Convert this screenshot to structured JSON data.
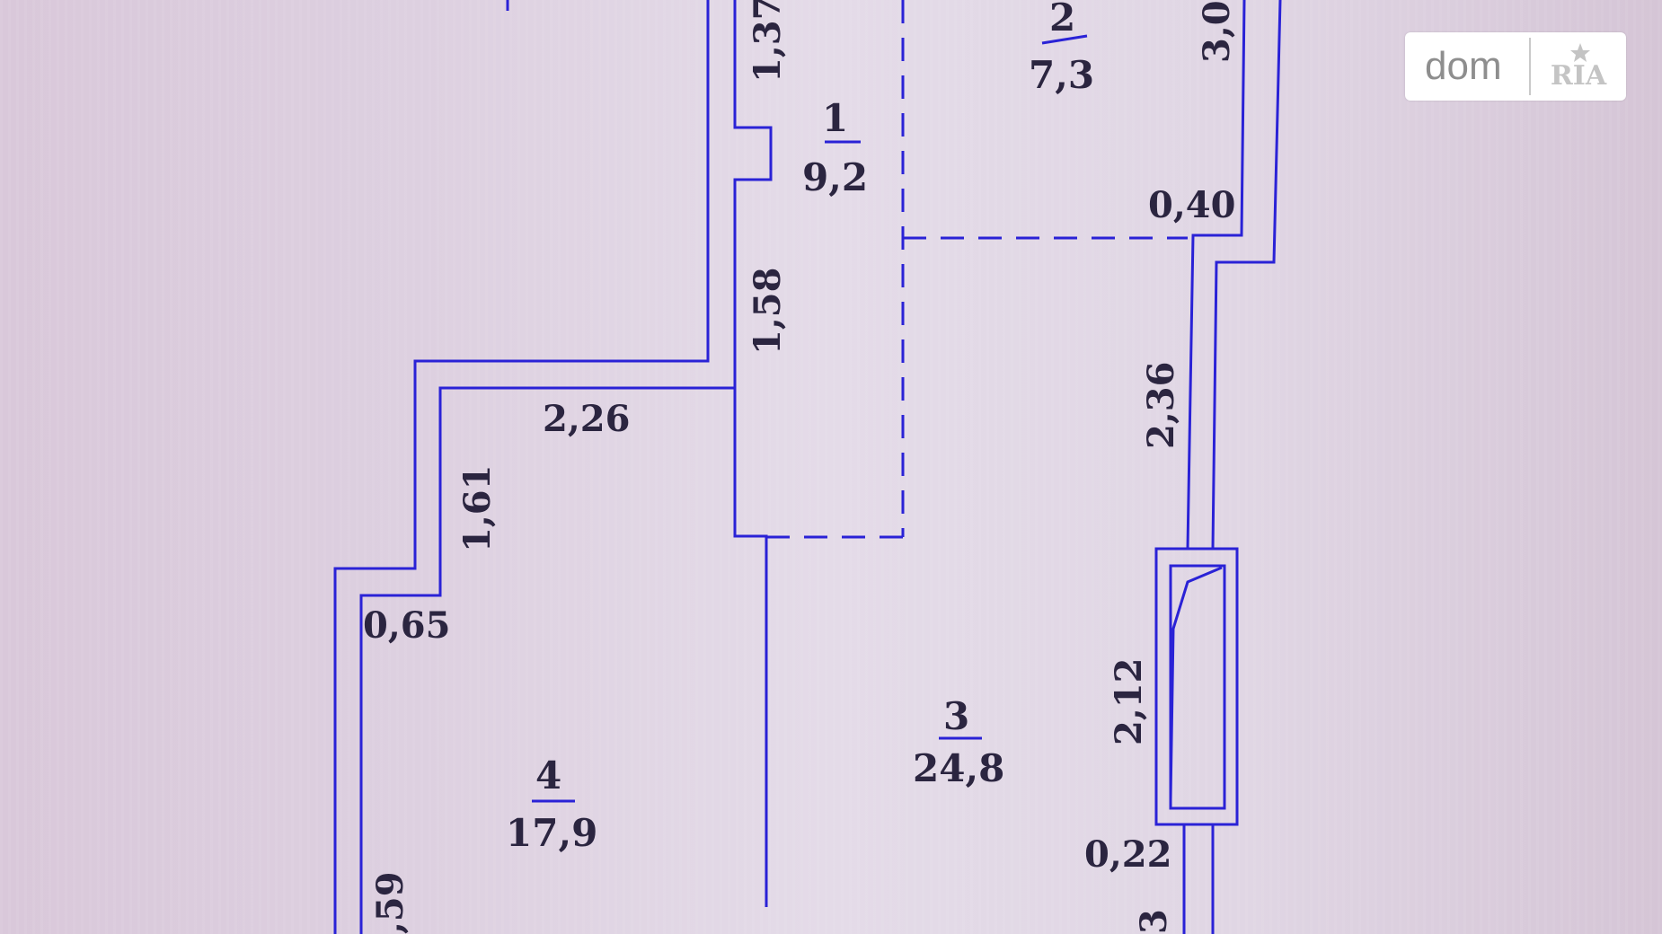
{
  "dimensions": [
    {
      "id": "d137",
      "text": "1,37"
    },
    {
      "id": "d158",
      "text": "1,58"
    },
    {
      "id": "d226",
      "text": "2,26"
    },
    {
      "id": "d161",
      "text": "1,61"
    },
    {
      "id": "d065",
      "text": "0,65"
    },
    {
      "id": "d059",
      "text": ",59"
    },
    {
      "id": "d040",
      "text": "0,40"
    },
    {
      "id": "d236",
      "text": "2,36"
    },
    {
      "id": "d212",
      "text": "2,12"
    },
    {
      "id": "d022",
      "text": "0,22"
    },
    {
      "id": "d30",
      "text": "3,0"
    },
    {
      "id": "d3b",
      "text": "3"
    }
  ],
  "rooms": [
    {
      "number": "1",
      "area": "9,2"
    },
    {
      "number": "2",
      "area": "7,3"
    },
    {
      "number": "3",
      "area": "24,8"
    },
    {
      "number": "4",
      "area": "17,9"
    }
  ],
  "watermark": {
    "brand_left": "dom",
    "brand_right": "RIA",
    "icon": "star-icon"
  },
  "colors": {
    "wall": "#2a22d6",
    "text": "#2b2540"
  }
}
